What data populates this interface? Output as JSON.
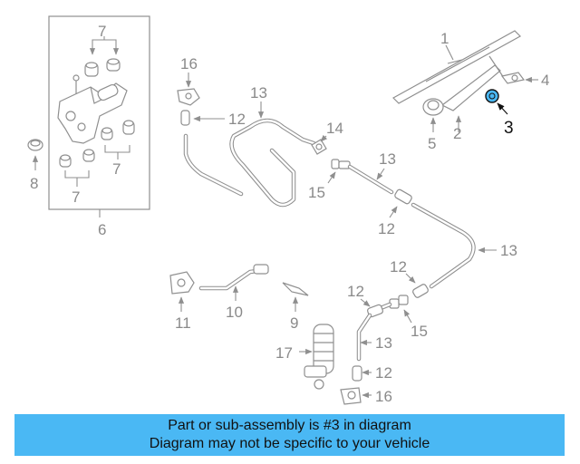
{
  "diagram": {
    "callouts": {
      "c1": "1",
      "c2": "2",
      "c3": "3",
      "c4": "4",
      "c5": "5",
      "c6": "6",
      "c7a": "7",
      "c7b": "7",
      "c7c": "7",
      "c8": "8",
      "c9": "9",
      "c10": "10",
      "c11": "11",
      "c12a": "12",
      "c12b": "12",
      "c12c": "12",
      "c12d": "12",
      "c12e": "12",
      "c13a": "13",
      "c13b": "13",
      "c13c": "13",
      "c13d": "13",
      "c14": "14",
      "c15a": "15",
      "c15b": "15",
      "c16a": "16",
      "c16b": "16",
      "c17": "17"
    },
    "highlight_color": "#111111",
    "highlight_fill": "#4ab8f4"
  },
  "banner": {
    "line1": "Part or sub-assembly is #3 in diagram",
    "line2": "Diagram may not be specific to your vehicle",
    "background": "#4ab8f4"
  }
}
